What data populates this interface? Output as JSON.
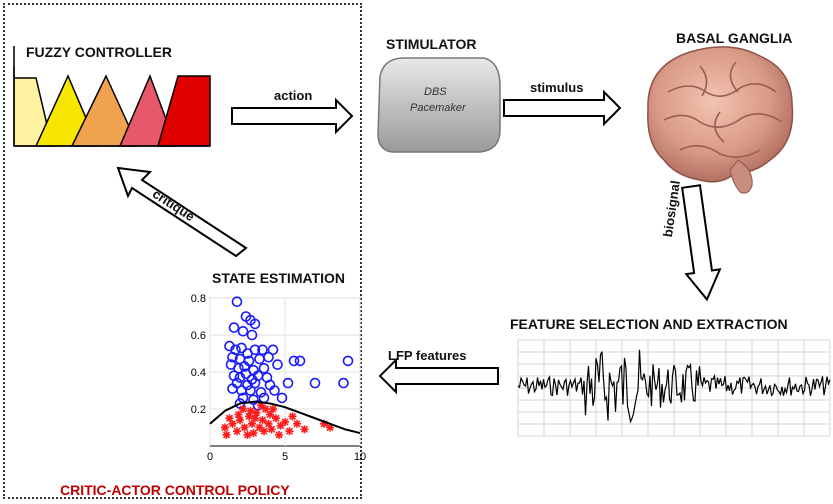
{
  "blocks": {
    "fuzzy_controller": "FUZZY CONTROLLER",
    "stimulator": "STIMULATOR",
    "basal_ganglia": "BASAL GANGLIA",
    "state_estimation": "STATE ESTIMATION",
    "feature_extraction": "FEATURE SELECTION AND EXTRACTION",
    "policy": "CRITIC-ACTOR CONTROL POLICY"
  },
  "arrows": {
    "action": "action",
    "stimulus": "stimulus",
    "biosignal": "biosignal",
    "lfp_features": "LFP features",
    "critique": "critique"
  },
  "device": {
    "line1": "DBS",
    "line2": "Pacemaker"
  },
  "colors": {
    "policy_text": "#c00000",
    "class_a": "#1a1aff",
    "class_b": "#ff1a1a",
    "boundary": "#000000"
  },
  "chart_data": {
    "type": "scatter",
    "xlim": [
      0,
      10
    ],
    "ylim": [
      0,
      0.8
    ],
    "xticks": [
      "0",
      "5",
      "10"
    ],
    "yticks": [
      "0.2",
      "0.4",
      "0.6",
      "0.8"
    ],
    "grid": true,
    "series": [
      {
        "marker": "circle",
        "color": "#1a1aff",
        "points": [
          [
            1.8,
            0.78
          ],
          [
            2.4,
            0.7
          ],
          [
            2.7,
            0.68
          ],
          [
            3.0,
            0.66
          ],
          [
            1.6,
            0.64
          ],
          [
            2.2,
            0.62
          ],
          [
            2.8,
            0.6
          ],
          [
            1.3,
            0.54
          ],
          [
            1.7,
            0.52
          ],
          [
            2.1,
            0.53
          ],
          [
            2.5,
            0.5
          ],
          [
            3.0,
            0.52
          ],
          [
            3.5,
            0.52
          ],
          [
            4.2,
            0.52
          ],
          [
            1.5,
            0.48
          ],
          [
            2.0,
            0.47
          ],
          [
            2.6,
            0.46
          ],
          [
            3.3,
            0.47
          ],
          [
            3.9,
            0.48
          ],
          [
            5.6,
            0.46
          ],
          [
            6.0,
            0.46
          ],
          [
            9.2,
            0.46
          ],
          [
            1.4,
            0.44
          ],
          [
            1.9,
            0.42
          ],
          [
            2.3,
            0.43
          ],
          [
            2.9,
            0.41
          ],
          [
            3.6,
            0.42
          ],
          [
            4.5,
            0.44
          ],
          [
            1.6,
            0.38
          ],
          [
            2.0,
            0.37
          ],
          [
            2.4,
            0.39
          ],
          [
            2.8,
            0.36
          ],
          [
            3.2,
            0.38
          ],
          [
            3.8,
            0.37
          ],
          [
            1.8,
            0.34
          ],
          [
            2.5,
            0.33
          ],
          [
            3.0,
            0.34
          ],
          [
            4.0,
            0.33
          ],
          [
            5.2,
            0.34
          ],
          [
            7.0,
            0.34
          ],
          [
            8.9,
            0.34
          ],
          [
            1.5,
            0.31
          ],
          [
            2.1,
            0.3
          ],
          [
            2.7,
            0.3
          ],
          [
            3.4,
            0.29
          ],
          [
            4.3,
            0.3
          ],
          [
            2.2,
            0.26
          ],
          [
            2.9,
            0.25
          ],
          [
            3.6,
            0.26
          ],
          [
            4.8,
            0.26
          ],
          [
            2.0,
            0.23
          ],
          [
            3.2,
            0.22
          ]
        ]
      },
      {
        "marker": "asterisk",
        "color": "#ff1a1a",
        "points": [
          [
            1.0,
            0.1
          ],
          [
            1.5,
            0.12
          ],
          [
            1.8,
            0.08
          ],
          [
            2.0,
            0.14
          ],
          [
            2.3,
            0.1
          ],
          [
            2.6,
            0.16
          ],
          [
            2.8,
            0.12
          ],
          [
            3.1,
            0.18
          ],
          [
            3.3,
            0.1
          ],
          [
            3.5,
            0.14
          ],
          [
            3.7,
            0.2
          ],
          [
            3.9,
            0.12
          ],
          [
            4.1,
            0.09
          ],
          [
            4.4,
            0.15
          ],
          [
            4.7,
            0.11
          ],
          [
            5.0,
            0.13
          ],
          [
            5.3,
            0.08
          ],
          [
            5.8,
            0.12
          ],
          [
            6.3,
            0.09
          ],
          [
            7.6,
            0.12
          ],
          [
            8.0,
            0.1
          ],
          [
            1.3,
            0.15
          ],
          [
            2.2,
            0.2
          ],
          [
            2.9,
            0.07
          ],
          [
            3.4,
            0.22
          ],
          [
            4.0,
            0.17
          ],
          [
            4.6,
            0.06
          ],
          [
            1.9,
            0.17
          ],
          [
            2.5,
            0.06
          ],
          [
            3.0,
            0.15
          ],
          [
            3.6,
            0.08
          ],
          [
            4.2,
            0.2
          ],
          [
            5.5,
            0.16
          ],
          [
            1.1,
            0.06
          ],
          [
            2.7,
            0.19
          ]
        ]
      },
      {
        "marker": "line",
        "color": "#000000",
        "points": [
          [
            0,
            0.12
          ],
          [
            1,
            0.19
          ],
          [
            2,
            0.23
          ],
          [
            3,
            0.24
          ],
          [
            4,
            0.23
          ],
          [
            5,
            0.21
          ],
          [
            6,
            0.18
          ],
          [
            7,
            0.15
          ],
          [
            8,
            0.12
          ],
          [
            9,
            0.09
          ],
          [
            10,
            0.07
          ]
        ]
      }
    ]
  }
}
